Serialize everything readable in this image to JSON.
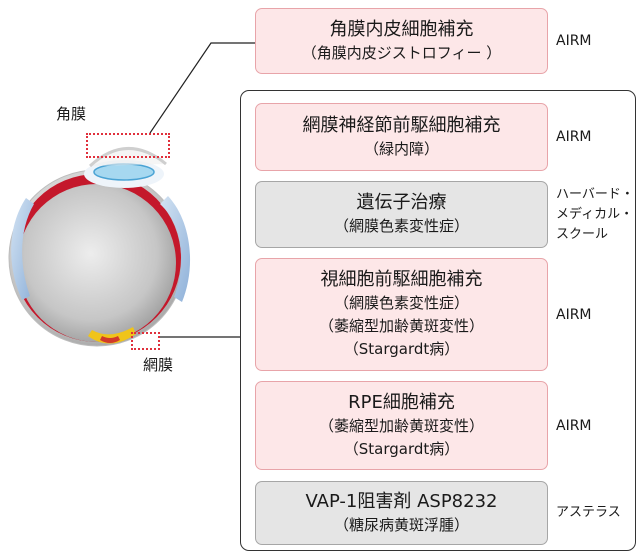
{
  "eye": {
    "cornea_label": "角膜",
    "retina_label": "網膜"
  },
  "colors": {
    "highlight": "#e0303c",
    "connector": "#222222",
    "container_border": "#333333"
  },
  "cornea_item": {
    "title": "角膜内皮細胞補充",
    "sub": [
      "（角膜内皮ジストロフィー ）"
    ],
    "org": [
      "AIRM"
    ],
    "fill": "#fde7e8",
    "border": "#e8a4a9"
  },
  "retina_items": [
    {
      "title": "網膜神経節前駆細胞補充",
      "sub": [
        "（緑内障）"
      ],
      "org": [
        "AIRM"
      ],
      "fill": "#fde7e8",
      "border": "#e8a4a9"
    },
    {
      "title": "遺伝子治療",
      "sub": [
        "（網膜色素変性症）"
      ],
      "org": [
        "ハーバード・",
        "メディカル・",
        "スクール"
      ],
      "fill": "#e5e5e5",
      "border": "#a6a6a6"
    },
    {
      "title": "視細胞前駆細胞補充",
      "sub": [
        "（網膜色素変性症）",
        "（萎縮型加齢黄斑変性）",
        "（Stargardt病）"
      ],
      "org": [
        "AIRM"
      ],
      "fill": "#fde7e8",
      "border": "#e8a4a9"
    },
    {
      "title": "RPE細胞補充",
      "sub": [
        "（萎縮型加齢黄斑変性）",
        "（Stargardt病）"
      ],
      "org": [
        "AIRM"
      ],
      "fill": "#fde7e8",
      "border": "#e8a4a9"
    },
    {
      "title": "VAP-1阻害剤 ASP8232",
      "sub": [
        "（糖尿病黄斑浮腫）"
      ],
      "org": [
        "アステラス"
      ],
      "fill": "#e5e5e5",
      "border": "#a6a6a6"
    }
  ]
}
